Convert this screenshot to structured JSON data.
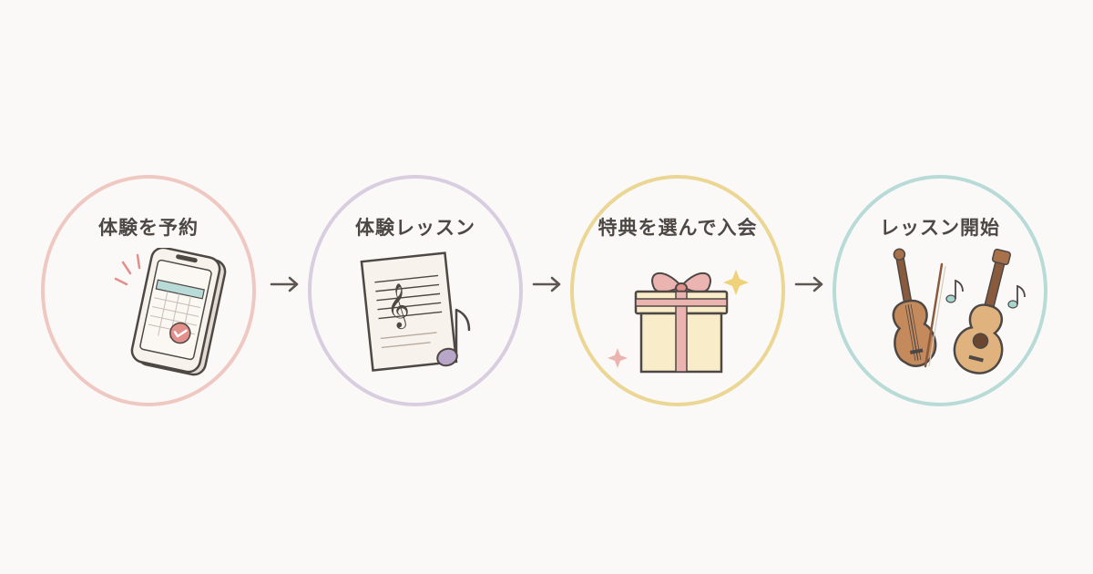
{
  "steps": [
    {
      "label": "体験を予約",
      "icon": "phone-calendar-icon",
      "color": "#f0c8c2"
    },
    {
      "label": "体験レッスン",
      "icon": "sheet-music-icon",
      "color": "#d9cde0"
    },
    {
      "label": "特典を選んで入会",
      "icon": "gift-box-icon",
      "color": "#ecd694"
    },
    {
      "label": "レッスン開始",
      "icon": "violin-guitar-icon",
      "color": "#b8dbd8"
    }
  ],
  "arrow_color": "#5e5450"
}
